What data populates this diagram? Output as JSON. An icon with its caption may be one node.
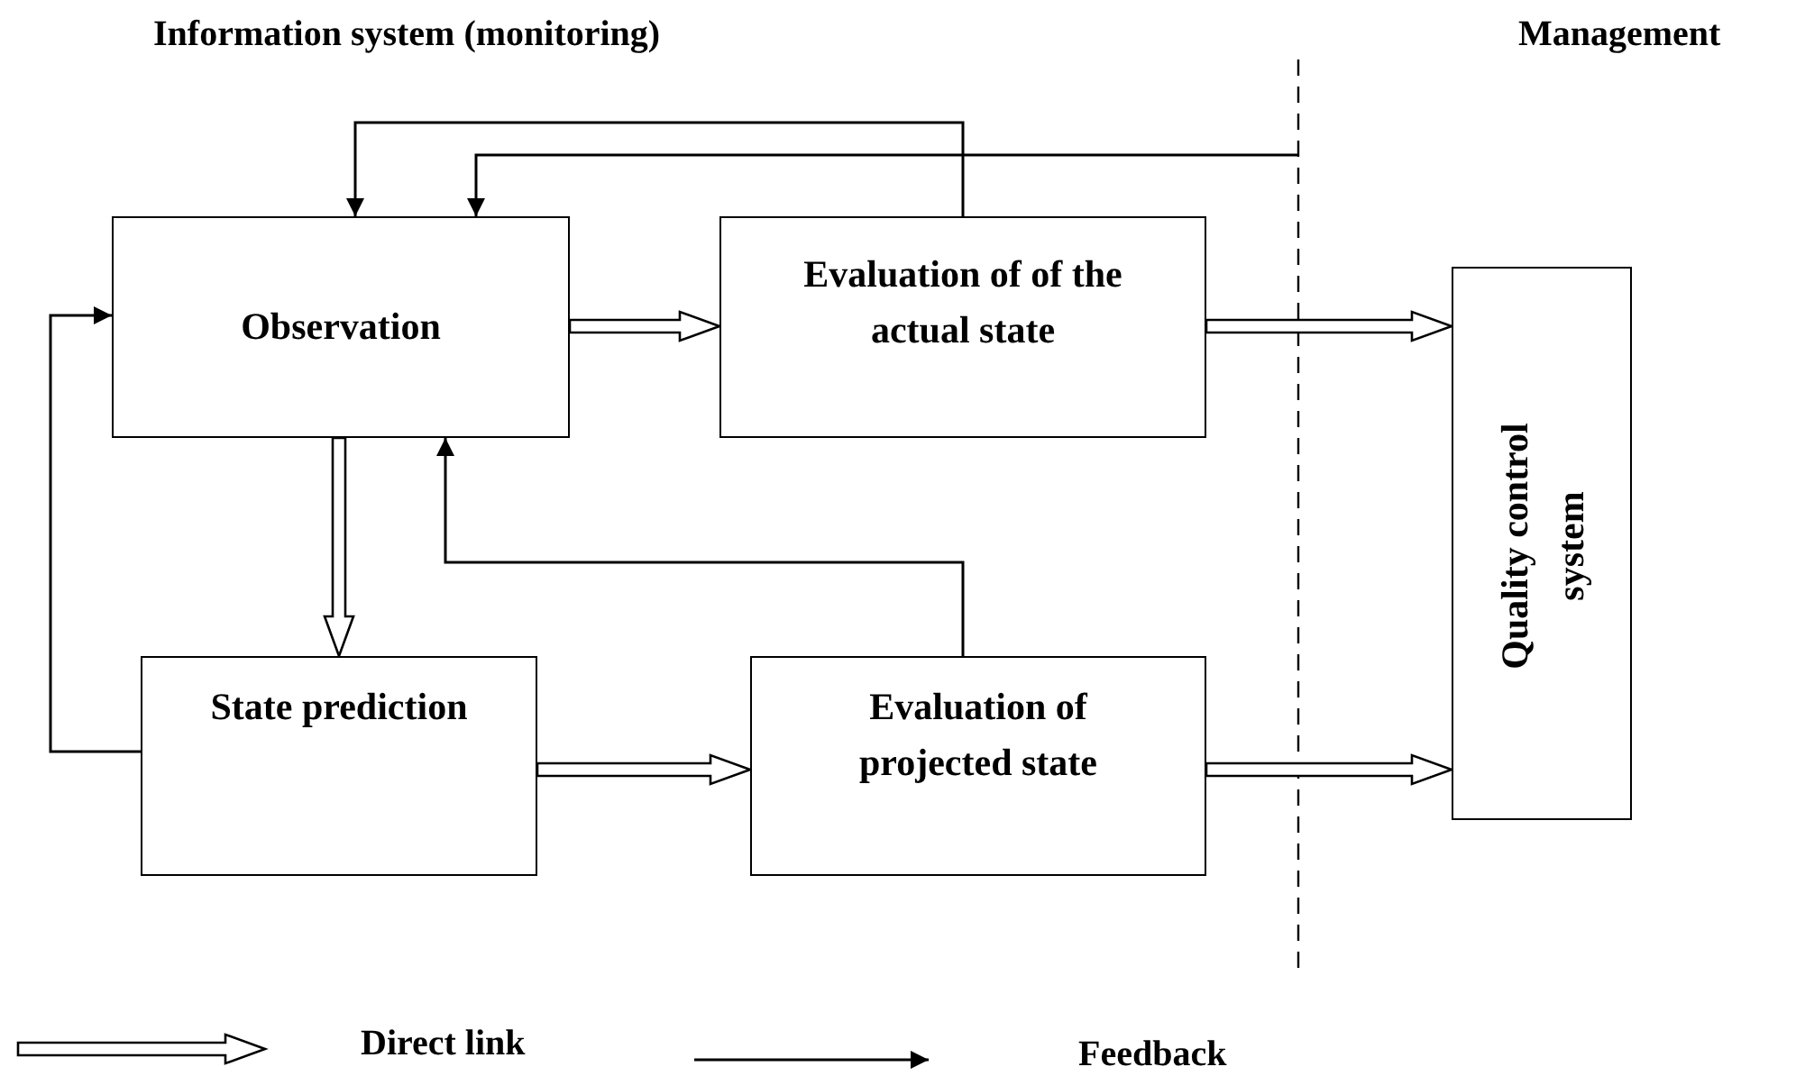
{
  "diagram": {
    "nodes": [
      {
        "text": [
          "Observation"
        ]
      },
      {
        "text": [
          "Evaluation of of the actual state"
        ]
      },
      {
        "text": [
          "State prediction"
        ]
      },
      {
        "text": [
          "Evaluation of projected state"
        ]
      },
      {
        "text": [
          "Quality control system"
        ]
      }
    ],
    "edges": [
      {
        "from": 0,
        "to": 1,
        "arrow": "to",
        "style": "thick"
      },
      {
        "from": 0,
        "to": 2,
        "arrow": "to",
        "style": "thick"
      },
      {
        "from": 2,
        "to": 3,
        "arrow": "to",
        "style": "thick"
      },
      {
        "from": 1,
        "to": 4,
        "arrow": "to",
        "style": "thick"
      },
      {
        "from": 3,
        "to": 4,
        "arrow": "to",
        "style": "thick"
      },
      {
        "from": 1,
        "to": 0,
        "arrow": "to"
      },
      {
        "from": null,
        "to": 0,
        "arrow": "to"
      },
      {
        "from": 3,
        "to": 0,
        "arrow": "to"
      },
      {
        "from": 2,
        "to": 0,
        "arrow": "to"
      }
    ],
    "labels": [
      "Information system (monitoring)",
      "Management"
    ],
    "legend": [
      {
        "text": "Direct link"
      },
      {
        "text": "Feedback"
      }
    ]
  }
}
